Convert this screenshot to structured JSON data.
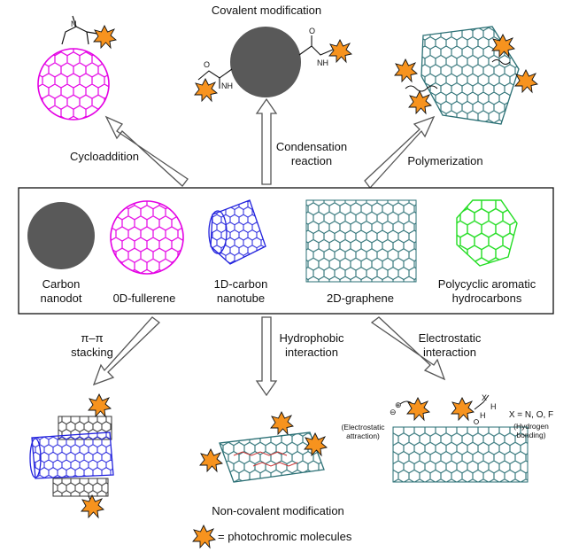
{
  "top": {
    "title": "Covalent modification",
    "cycloaddition": "Cycloaddition",
    "condensation_line1": "Condensation",
    "condensation_line2": "reaction",
    "polymerization": "Polymerization"
  },
  "box": {
    "carbon_nanodot_line1": "Carbon",
    "carbon_nanodot_line2": "nanodot",
    "fullerene": "0D-fullerene",
    "nanotube_line1": "1D-carbon",
    "nanotube_line2": "nanotube",
    "graphene": "2D-graphene",
    "pah_line1": "Polycyclic aromatic",
    "pah_line2": "hydrocarbons"
  },
  "bottom": {
    "pi_line1": "π–π",
    "pi_line2": "stacking",
    "hydrophobic_line1": "Hydrophobic",
    "hydrophobic_line2": "interaction",
    "electrostatic_line1": "Electrostatic",
    "electrostatic_line2": "interaction",
    "electrostatic_attr_line1": "(Electrostatic",
    "electrostatic_attr_line2": "attraction)",
    "hydrogen_line1": "(Hydrogen",
    "hydrogen_line2": "bonding)",
    "x_equals": "X = N, O, F",
    "title": "Non-covalent modification"
  },
  "chem": {
    "nh": "NH",
    "o": "O",
    "x": "X",
    "h": "H",
    "plus": "⊕",
    "minus": "⊖"
  },
  "legend": {
    "text": "= photochromic molecules"
  },
  "colors": {
    "star_fill": "#f7931e",
    "fullerene": "#e400e4",
    "nanotube": "#2222dd",
    "graphene": "#2a6f74",
    "pah": "#22dd22",
    "nanodot": "#595959",
    "arrow": "#555555",
    "polymer_link": "#cc3333"
  }
}
